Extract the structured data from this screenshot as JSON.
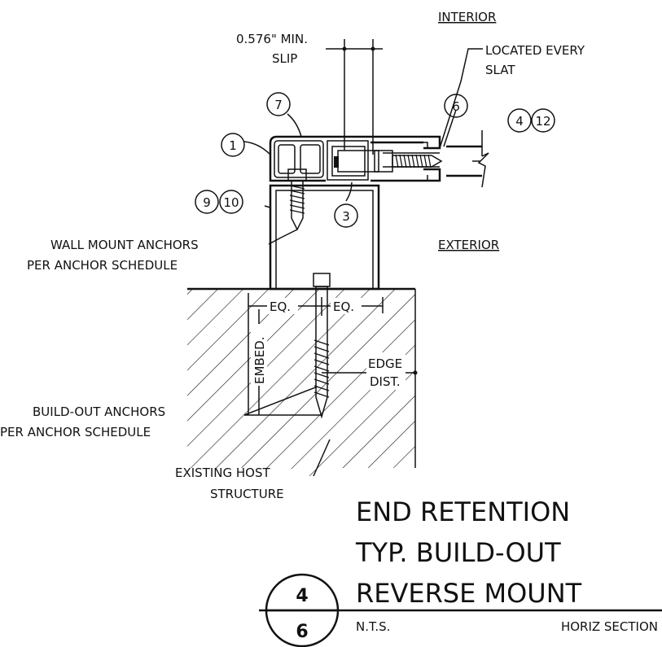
{
  "labels": {
    "interior": "INTERIOR",
    "exterior": "EXTERIOR",
    "slip_line1": "0.576\" MIN.",
    "slip_line2": "SLIP",
    "located_line1": "LOCATED EVERY",
    "located_line2": "SLAT",
    "wall_anchor_line1": "WALL MOUNT ANCHORS",
    "wall_anchor_line2": "PER ANCHOR SCHEDULE",
    "buildout_anchor_line1": "BUILD-OUT ANCHORS",
    "buildout_anchor_line2": "PER ANCHOR SCHEDULE",
    "host_line1": "EXISTING HOST",
    "host_line2": "STRUCTURE",
    "edge_line1": "EDGE",
    "edge_line2": "DIST.",
    "eq_left": "EQ.",
    "eq_right": "EQ.",
    "embed": "EMBED."
  },
  "callouts": {
    "c1": "1",
    "c3": "3",
    "c4": "4",
    "c6": "6",
    "c7": "7",
    "c9": "9",
    "c10": "10",
    "c12": "12"
  },
  "title": {
    "line1": "END RETENTION",
    "line2": "TYP. BUILD-OUT",
    "line3": "REVERSE MOUNT",
    "scale": "N.T.S.",
    "view": "HORIZ SECTION",
    "detail_number": "4",
    "sheet_number": "6"
  }
}
